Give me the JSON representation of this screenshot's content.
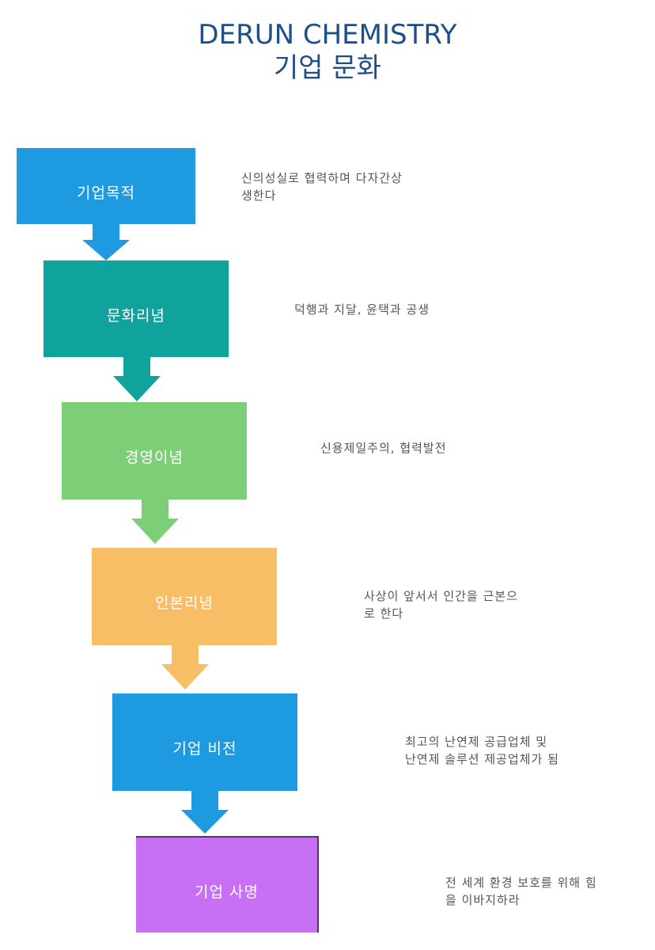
{
  "title": {
    "line1": "DERUN CHEMISTRY",
    "line2": "기업 문화"
  },
  "steps": [
    {
      "label": "기업목적",
      "description": [
        "신의성실로 협력하며 다자간상",
        "생한다"
      ],
      "color": "#1e9be0"
    },
    {
      "label": "문화리념",
      "description": [
        "덕행과 지달, 윤택과 공생"
      ],
      "color": "#10a29c"
    },
    {
      "label": "경영이념",
      "description": [
        "신용제일주의, 협력발전"
      ],
      "color": "#7ccf76"
    },
    {
      "label": "인본리념",
      "description": [
        "사상이 앞서서 인간을 근본으",
        "로 한다"
      ],
      "color": "#f7be66"
    },
    {
      "label": "기업 비전",
      "description": [
        "최고의 난연제 공급업체 및",
        "난연제 솔루션 제공업체가 됨"
      ],
      "color": "#1e9be0"
    },
    {
      "label": "기업 사명",
      "description": [
        "전 세계 환경 보호를 위해 힘",
        "을 이바지하라"
      ],
      "color": "#c76ff5"
    }
  ]
}
